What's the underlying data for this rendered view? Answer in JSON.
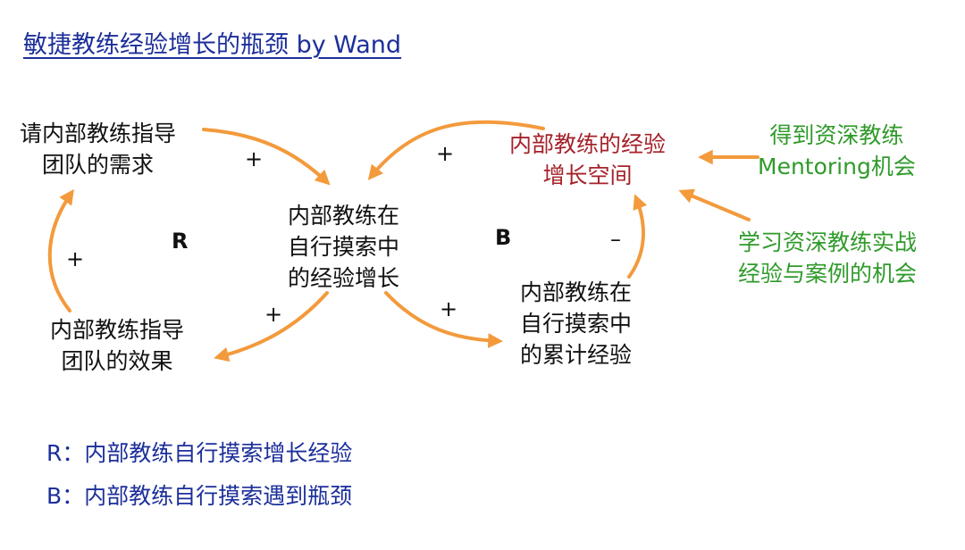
{
  "title": "敏捷教练经验增长的瓶颈 by Wand",
  "nodes": {
    "request": [
      "请内部教练指导",
      "团队的需求"
    ],
    "center": [
      "内部教练在",
      "自行摸索中",
      "的经验增长"
    ],
    "effect": [
      "内部教练指导",
      "团队的效果"
    ],
    "space": [
      "内部教练的经验",
      "增长空间"
    ],
    "accumulated": [
      "内部教练在",
      "自行摸索中",
      "的累计经验"
    ],
    "mentoring": [
      "得到资深教练",
      "Mentoring机会"
    ],
    "practice": [
      "学习资深教练实战",
      "经验与案例的机会"
    ]
  },
  "signs": {
    "request_to_center": "+",
    "effect_to_request": "+",
    "center_to_effect": "+",
    "space_to_center": "+",
    "center_to_accumulated": "+",
    "accumulated_to_space": "–"
  },
  "loops": {
    "reinforcing": "R",
    "balancing": "B"
  },
  "legend": {
    "r": "R：内部教练自行摸索增长经验",
    "b": "B：内部教练自行摸索遇到瓶颈"
  },
  "colors": {
    "arrow": "#f39a3c",
    "title": "#1c2f9a",
    "highlight": "#a5222a",
    "external": "#2f9a2a"
  }
}
